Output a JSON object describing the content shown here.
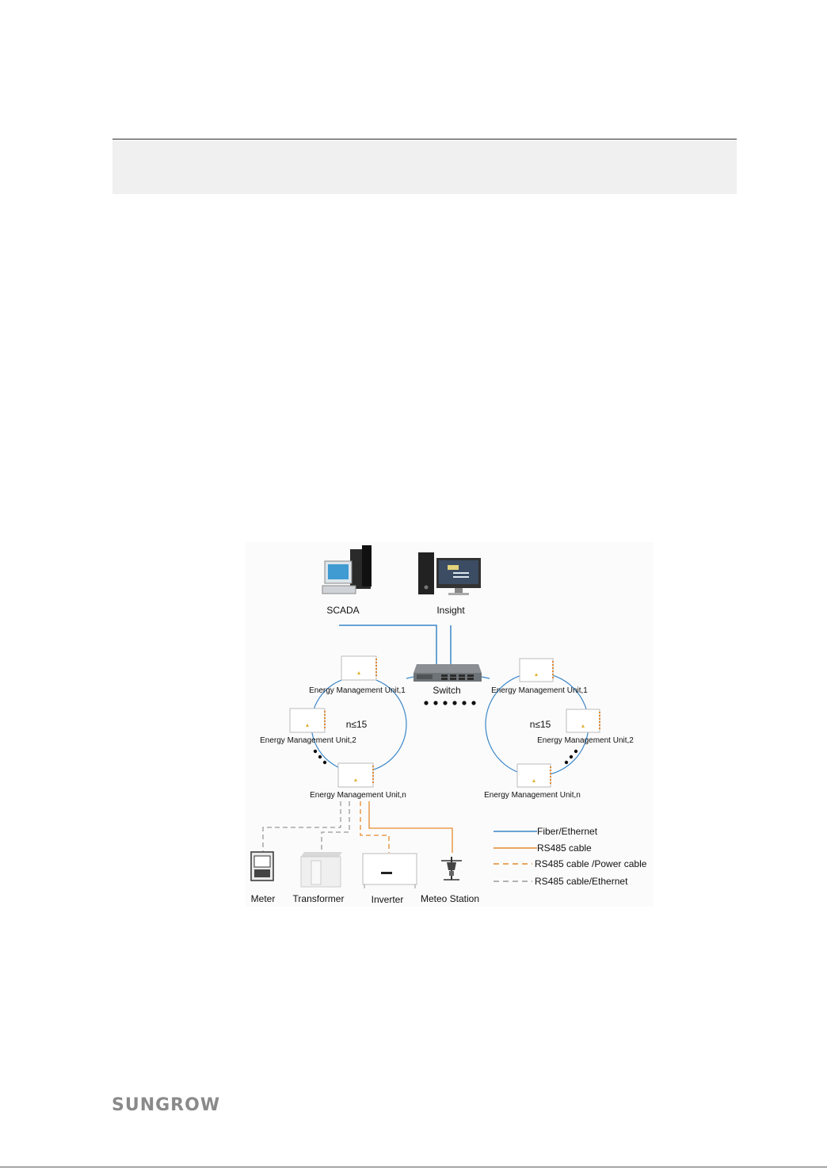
{
  "diagram": {
    "labels": {
      "scada": "SCADA",
      "insight": "Insight",
      "switch": "Switch",
      "left_emu_1": "Energy Management Unit,1",
      "left_emu_2": "Energy Management Unit,2",
      "left_emu_n": "Energy Management Unit,n",
      "right_emu_1": "Energy Management Unit,1",
      "right_emu_2": "Energy Management Unit,2",
      "right_emu_n": "Energy Management Unit,n",
      "left_count": "n≤15",
      "right_count": "n≤15",
      "meter": "Meter",
      "transformer": "Transformer",
      "inverter": "Inverter",
      "meteo": "Meteo Station"
    },
    "legend": [
      {
        "label": "Fiber/Ethernet",
        "color": "#3a86c8",
        "style": "solid"
      },
      {
        "label": "RS485 cable",
        "color": "#e58a2e",
        "style": "solid"
      },
      {
        "label": "RS485 cable /Power cable",
        "color": "#e58a2e",
        "style": "dashed"
      },
      {
        "label": "RS485 cable/Ethernet",
        "color": "#999999",
        "style": "dashed"
      }
    ]
  },
  "footer": {
    "logo": "SUNGROW"
  }
}
